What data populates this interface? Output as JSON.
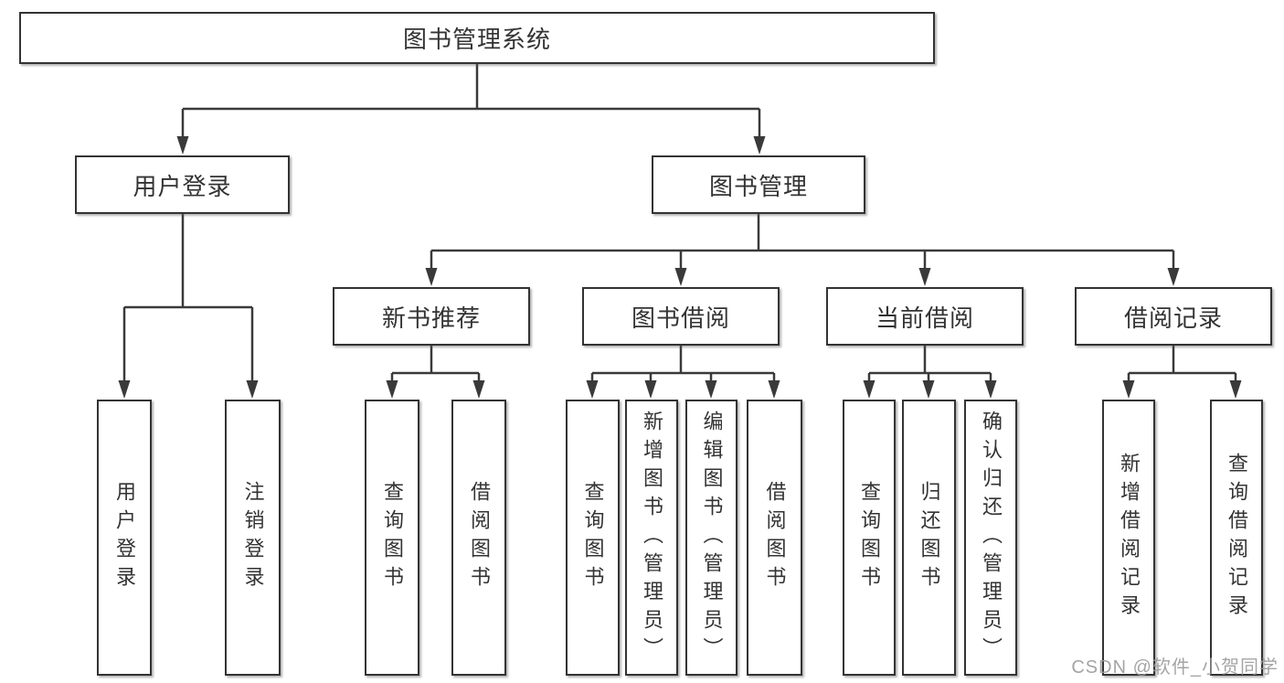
{
  "diagram": {
    "root": {
      "label": "图书管理系统"
    },
    "level2": [
      {
        "label": "用户登录"
      },
      {
        "label": "图书管理"
      }
    ],
    "level3": [
      {
        "label": "新书推荐"
      },
      {
        "label": "图书借阅"
      },
      {
        "label": "当前借阅"
      },
      {
        "label": "借阅记录"
      }
    ],
    "leaves": [
      {
        "label": "用户登录",
        "parent": "用户登录"
      },
      {
        "label": "注销登录",
        "parent": "用户登录"
      },
      {
        "label": "查询图书",
        "parent": "新书推荐"
      },
      {
        "label": "借阅图书",
        "parent": "新书推荐"
      },
      {
        "label": "查询图书",
        "parent": "图书借阅"
      },
      {
        "label": "新增图书（管理员）",
        "parent": "图书借阅"
      },
      {
        "label": "编辑图书（管理员）",
        "parent": "图书借阅"
      },
      {
        "label": "借阅图书",
        "parent": "图书借阅"
      },
      {
        "label": "查询图书",
        "parent": "当前借阅"
      },
      {
        "label": "归还图书",
        "parent": "当前借阅"
      },
      {
        "label": "确认归还（管理员）",
        "parent": "当前借阅"
      },
      {
        "label": "新增借阅记录",
        "parent": "借阅记录"
      },
      {
        "label": "查询借阅记录",
        "parent": "借阅记录"
      }
    ],
    "watermark": "CSDN @软件_小贺同学",
    "colors": {
      "line": "#3a3a3a",
      "box_border": "#333333",
      "text": "#333333",
      "watermark": "#9b9b9b",
      "background": "#ffffff"
    }
  }
}
